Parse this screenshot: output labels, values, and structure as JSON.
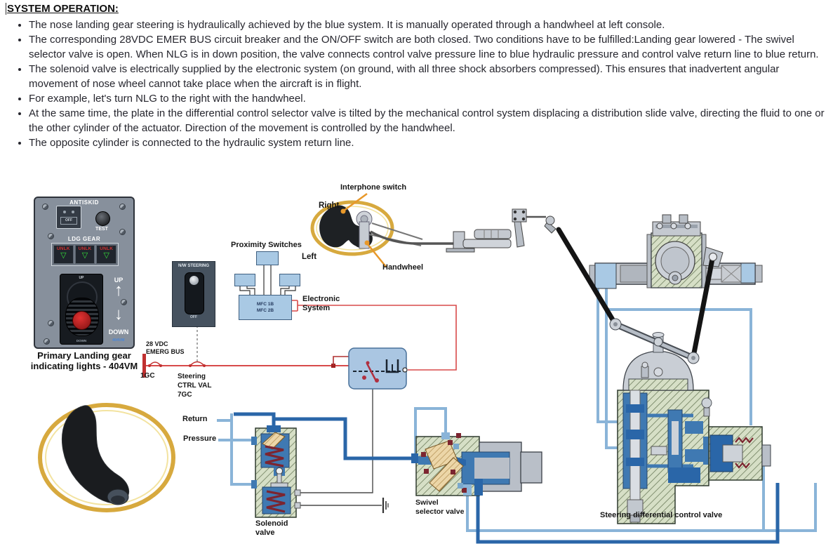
{
  "title": "SYSTEM OPERATION:",
  "bullets": [
    "The nose landing gear steering is hydraulically achieved by the blue system. It is manually operated through a handwheel at left console.",
    "The corresponding 28VDC EMER BUS circuit breaker and the ON/OFF switch are both closed. Two conditions have to be fulfilled:Landing gear lowered - The swivel selector valve is open. When NLG is in down position, the valve connects control valve pressure line to blue hydraulic pressure and control valve return line to blue return.",
    "The solenoid valve is electrically supplied by the electronic system (on ground, with all three shock absorbers compressed). This ensures that inadvertent angular movement of nose wheel cannot take place when the aircraft is in flight.",
    "For example, let's turn NLG to the right with the handwheel.",
    "At the same time, the plate in the differential control selector valve is tilted by the mechanical control system displacing a distribution slide valve, directing the fluid to one or the other cylinder of the actuator. Direction of the movement is controlled by the handwheel.",
    "The opposite cylinder is connected to the hydraulic system return line."
  ],
  "antiskid_panel": {
    "title": "ANTISKID",
    "test": "TEST",
    "off": "OFF",
    "ldg_gear": "LDG GEAR",
    "unlk": "UNLK",
    "unlk_arrow_glyph": "▽",
    "lever_up": "UP",
    "lever_down": "DOWN",
    "arrow_up_label": "UP",
    "arrow_down_label": "DOWN",
    "up_arrow_glyph": "↑",
    "down_arrow_glyph": "↓",
    "badge": "404VM",
    "caption_line1": "Primary Landing gear",
    "caption_line2": "indicating lights - 404VM"
  },
  "nw_steering_panel": {
    "title": "N/W STEERING",
    "off": "OFF"
  },
  "mfc_box": {
    "line1": "MFC 1B",
    "line2": "MFC 2B"
  },
  "labels": {
    "proximity_switches": "Proximity Switches",
    "electronic_line1": "Electronic",
    "electronic_line2": "System",
    "right": "Right",
    "left": "Left",
    "interphone": "Interphone switch",
    "handwheel": "Handwheel",
    "bus_line1": "28 VDC",
    "bus_line2": "EMERG BUS",
    "cb1": "1GC",
    "cb2_line1": "Steering",
    "cb2_line2": "CTRL VAL",
    "cb2_line3": "7GC",
    "return": "Return",
    "pressure": "Pressure",
    "solenoid_line1": "Solenoid",
    "solenoid_line2": "valve",
    "swivel_line1": "Swivel",
    "swivel_line2": "selector valve",
    "diff_valve": "Steering differential control valve"
  },
  "colors": {
    "electric_red": "#d84a4a",
    "hydraulic_light_blue": "#8ab4d8",
    "hydraulic_dark_blue": "#2a66a8",
    "panel_gray": "#87909c",
    "gold_ring": "#d7a93e",
    "hatch_green": "#d6dfc6",
    "spring_dark_red": "#7c2530"
  }
}
